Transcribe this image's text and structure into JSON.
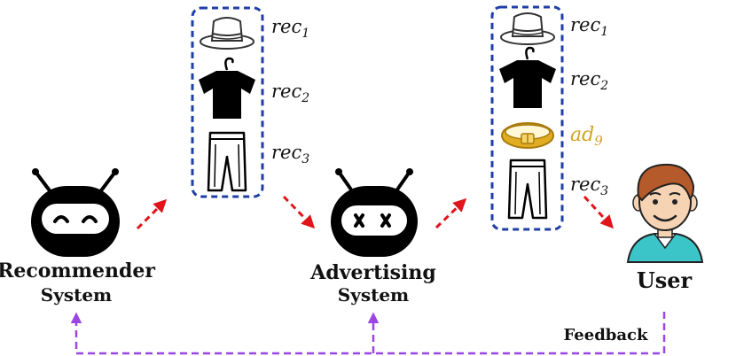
{
  "nodes": {
    "recommender": {
      "line1": "Recommender",
      "line2": "System"
    },
    "advertising": {
      "line1": "Advertising",
      "line2": "System"
    },
    "user": {
      "label": "User"
    }
  },
  "lists": {
    "recommended": {
      "items": [
        {
          "icon": "hat-icon",
          "base": "rec",
          "sub": "1"
        },
        {
          "icon": "tshirt-icon",
          "base": "rec",
          "sub": "2"
        },
        {
          "icon": "pants-icon",
          "base": "rec",
          "sub": "3"
        }
      ]
    },
    "blended": {
      "items": [
        {
          "icon": "hat-icon",
          "base": "rec",
          "sub": "1"
        },
        {
          "icon": "tshirt-icon",
          "base": "rec",
          "sub": "2"
        },
        {
          "icon": "belt-icon",
          "base": "ad",
          "sub": "9",
          "is_ad": true
        },
        {
          "icon": "pants-icon",
          "base": "rec",
          "sub": "3"
        }
      ]
    }
  },
  "feedback": {
    "label": "Feedback"
  },
  "colors": {
    "list_border": "#1f3fa6",
    "arrow": "#e0141b",
    "feedback_arrow": "#9b45e4",
    "ad_text": "#d2a326",
    "robot": "#000000",
    "skin": "#f6d3b3",
    "hair": "#b55a2a",
    "shirt": "#3cc5c9"
  }
}
